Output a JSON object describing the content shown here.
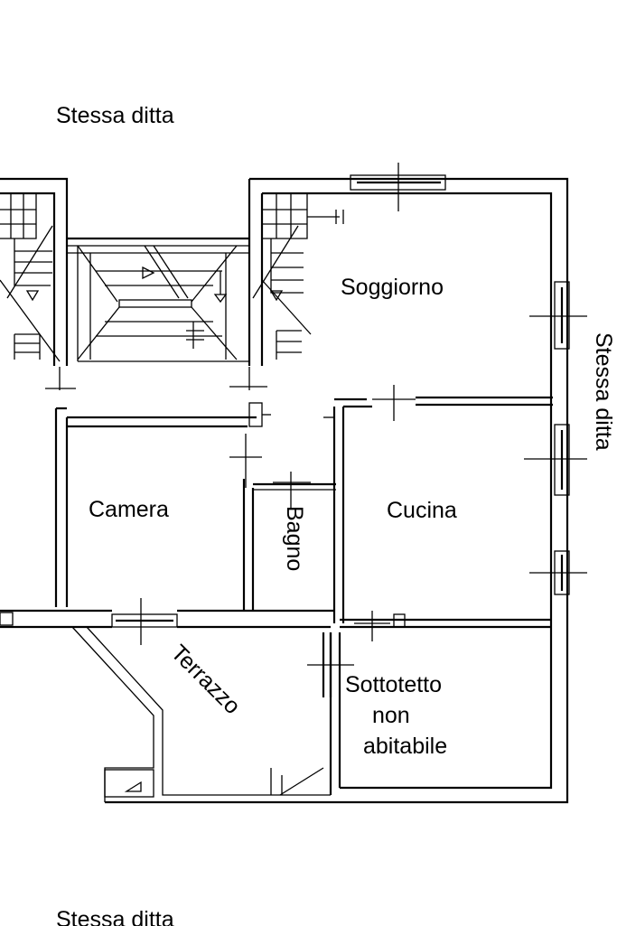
{
  "neighbor_labels": {
    "top": "Stessa ditta",
    "right": "Stessa ditta",
    "bottom": "Stessa ditta"
  },
  "rooms": {
    "soggiorno": "Soggiorno",
    "camera": "Camera",
    "bagno": "Bagno",
    "cucina": "Cucina",
    "terrazzo": "Terrazzo",
    "sottotetto_line1": "Sottotetto",
    "sottotetto_line2": "non",
    "sottotetto_line3": "abitabile"
  },
  "colors": {
    "line": "#000000",
    "background": "#ffffff"
  }
}
